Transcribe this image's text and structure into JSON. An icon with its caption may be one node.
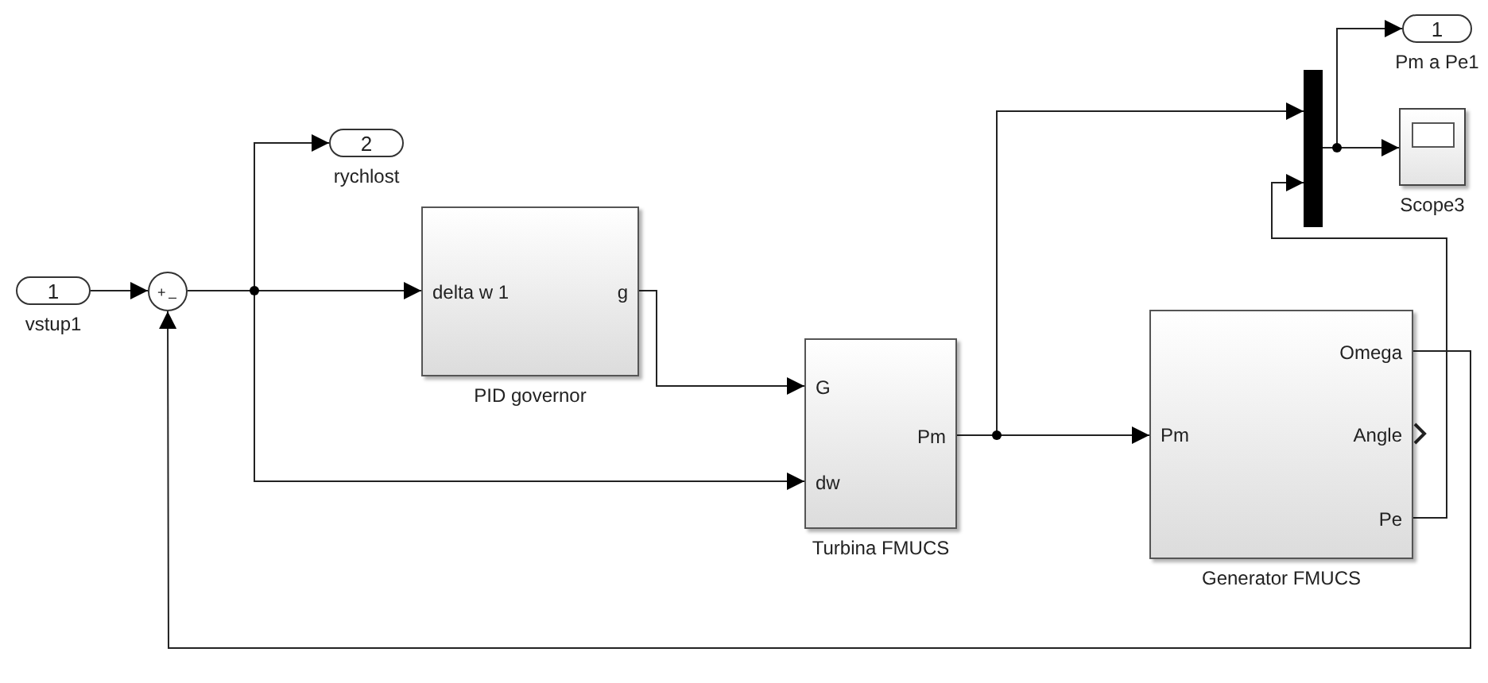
{
  "diagram": {
    "nodes": [
      {
        "text": [
          "1"
        ],
        "beside": [
          "vstup1"
        ]
      },
      {
        "text": [
          "+",
          "–"
        ]
      },
      {
        "text": [
          "2"
        ],
        "beside": [
          "rychlost"
        ]
      },
      {
        "text": [
          "delta w 1",
          "g"
        ],
        "beside": [
          "PID governor"
        ]
      },
      {
        "text": [
          "G",
          "Pm",
          "dw"
        ],
        "beside": [
          "Turbina FMUCS"
        ]
      },
      {
        "text": [
          "Omega",
          "Pm",
          "Angle",
          "Pe"
        ],
        "beside": [
          "Generator FMUCS"
        ]
      },
      {
        "text": [],
        "shape": "bar"
      },
      {
        "text": [
          "1"
        ],
        "beside": [
          "Pm a Pe1"
        ]
      },
      {
        "text": [],
        "shape": "box",
        "beside": [
          "Scope3"
        ]
      }
    ],
    "edges": [
      {
        "from": 0,
        "to": 1,
        "arrow": "to"
      },
      {
        "from": 1,
        "to": 3,
        "arrow": "to"
      },
      {
        "from": 1,
        "to": 2,
        "arrow": "to"
      },
      {
        "from": 1,
        "to": 4,
        "arrow": "to"
      },
      {
        "from": 3,
        "to": 4,
        "arrow": "to"
      },
      {
        "from": 4,
        "to": 5,
        "arrow": "to"
      },
      {
        "from": 4,
        "to": 6,
        "arrow": "to"
      },
      {
        "from": 5,
        "to": 6,
        "arrow": "to"
      },
      {
        "from": 5,
        "to": 1,
        "arrow": "to"
      },
      {
        "from": 6,
        "to": 7,
        "arrow": "to"
      },
      {
        "from": 6,
        "to": 8,
        "arrow": "to"
      }
    ]
  }
}
